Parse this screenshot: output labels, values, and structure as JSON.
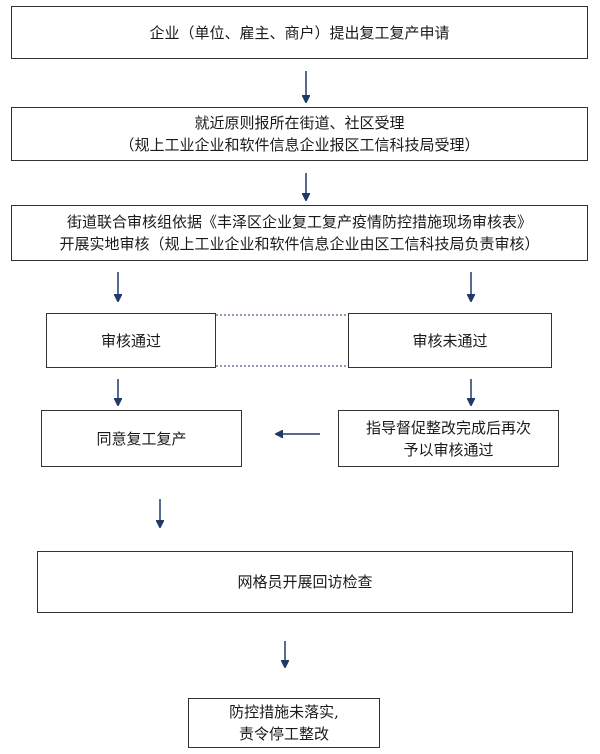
{
  "flow": {
    "step1": {
      "text": "企业（单位、雇主、商户）提出复工复产申请"
    },
    "step2": {
      "line1": "就近原则报所在街道、社区受理",
      "line2": "（规上工业企业和软件信息企业报区工信科技局受理）"
    },
    "step3": {
      "line1": "街道联合审核组依据《丰泽区企业复工复产疫情防控措施现场审核表》",
      "line2": "开展实地审核（规上工业企业和软件信息企业由区工信科技局负责审核）"
    },
    "pass": {
      "text": "审核通过"
    },
    "fail": {
      "text": "审核未通过"
    },
    "approve": {
      "text": "同意复工复产"
    },
    "rectify": {
      "line1": "指导督促整改完成后再次",
      "line2": "予以审核通过"
    },
    "inspect": {
      "text": "网格员开展回访检查"
    },
    "stop": {
      "line1": "防控措施未落实,",
      "line2": "责令停工整改"
    }
  },
  "colors": {
    "arrow": "#1f3a68",
    "border": "#333333"
  }
}
